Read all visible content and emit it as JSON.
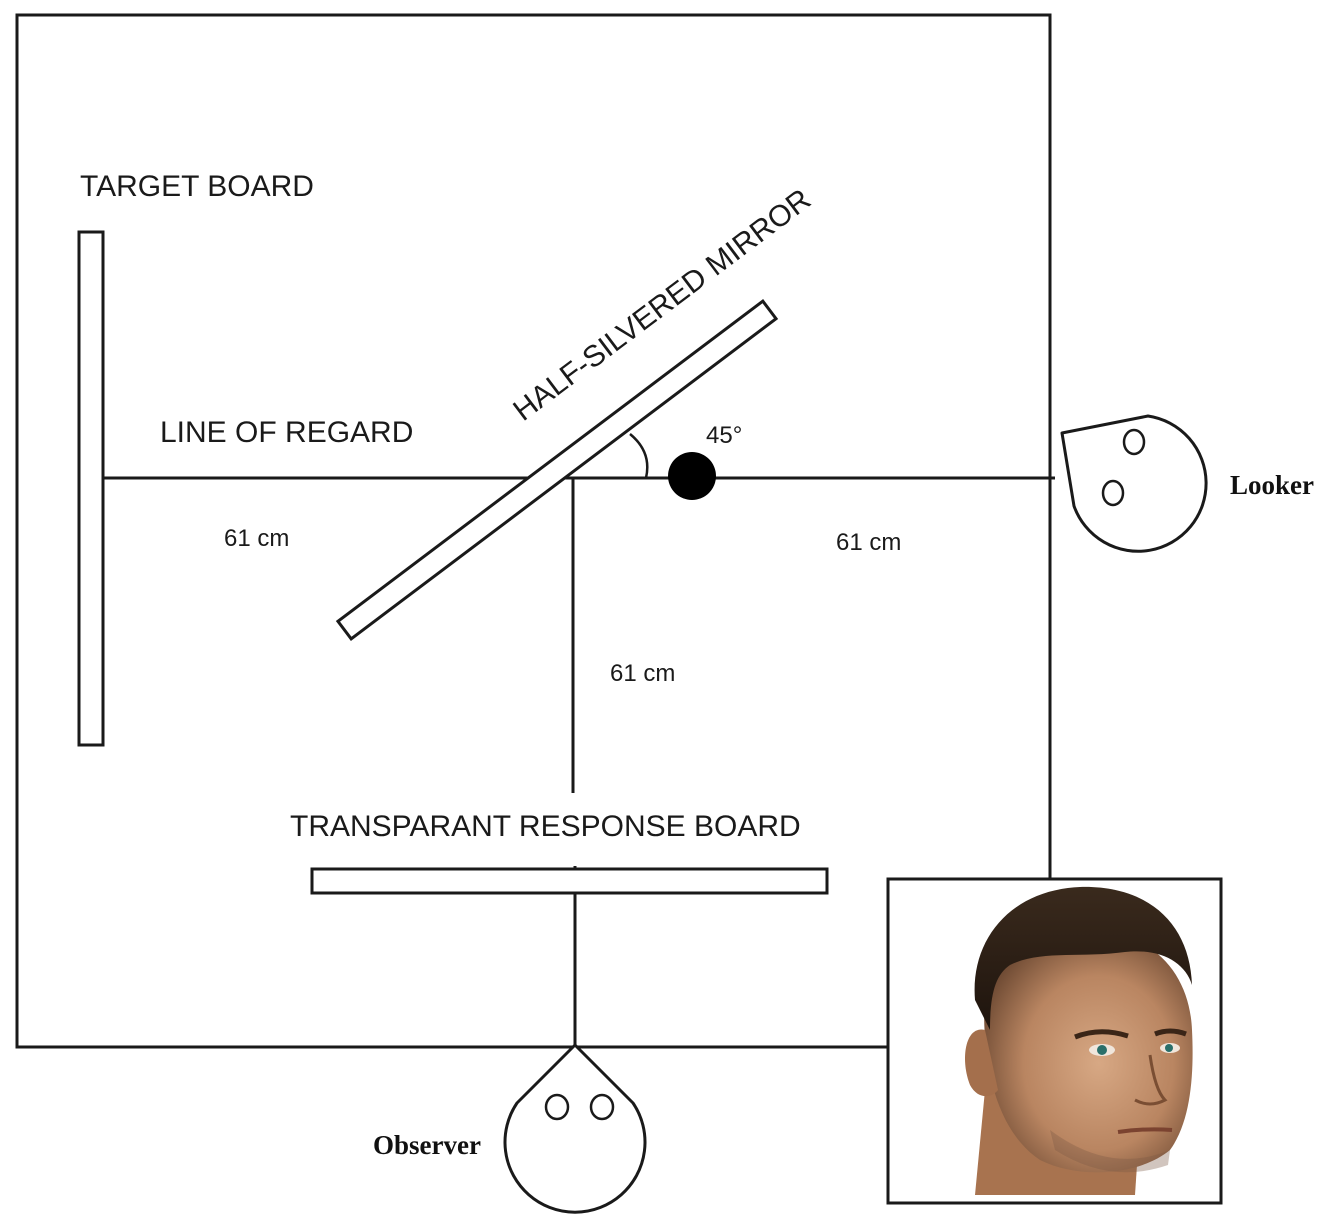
{
  "labels": {
    "target_board": "TARGET BOARD",
    "mirror": "HALF-SILVERED MIRROR",
    "line_of_regard": "LINE OF REGARD",
    "angle": "45°",
    "dist_left": "61 cm",
    "dist_right": "61 cm",
    "dist_down": "61 cm",
    "response_board": "TRANSPARANT RESPONSE BOARD",
    "looker": "Looker",
    "observer": "Observer"
  },
  "icons": {
    "looker_head": "head-top-view-icon",
    "observer_head": "head-top-view-icon",
    "face": "face-portrait-icon"
  },
  "colors": {
    "line": "#1a1a1a",
    "background": "#ffffff"
  }
}
